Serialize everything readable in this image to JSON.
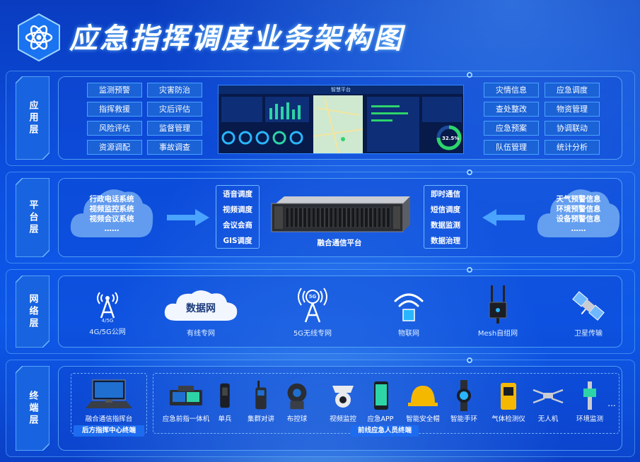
{
  "header": {
    "title": "应急指挥调度业务架构图"
  },
  "layers": {
    "application": "应用层",
    "platform": "平台层",
    "network": "网络层",
    "terminal": "终端层"
  },
  "application": {
    "left_buttons": [
      "监测预警",
      "灾害防治",
      "指挥救援",
      "灾后评估",
      "风险评估",
      "监督管理",
      "资源调配",
      "事故调查"
    ],
    "right_buttons": [
      "灾情信息",
      "应急调度",
      "查处整改",
      "物资管理",
      "应急预案",
      "协调联动",
      "队伍管理",
      "统计分析"
    ],
    "dashboard": {
      "title": "智慧平台",
      "gauge": "32.5%"
    }
  },
  "platform": {
    "left_cloud": [
      "行政电话系统",
      "视频监控系统",
      "视频会议系统",
      "……"
    ],
    "left_list": [
      "语音调度",
      "视频调度",
      "会议会商",
      "GIS调度"
    ],
    "server_label": "融合通信平台",
    "right_list": [
      "即时通信",
      "短信调度",
      "数据监测",
      "数据治理"
    ],
    "right_cloud": [
      "天气预警信息",
      "环境预警信息",
      "设备预警信息",
      "……"
    ]
  },
  "network": {
    "items": [
      {
        "label": "4G/5G公网",
        "icon": "antenna-icon",
        "sub": "4/5G"
      },
      {
        "label": "有线专网",
        "icon": "cloud-icon",
        "sub": "数据网"
      },
      {
        "label": "5G无线专网",
        "icon": "5g-tower-icon",
        "sub": "5G"
      },
      {
        "label": "物联网",
        "icon": "iot-wifi-icon"
      },
      {
        "label": "Mesh自组网",
        "icon": "mesh-radio-icon"
      },
      {
        "label": "卫星传输",
        "icon": "satellite-icon"
      }
    ]
  },
  "terminal": {
    "backend": {
      "label": "融合通信指挥台",
      "tag": "后方指挥中心终端"
    },
    "front_tag": "前线应急人员终端",
    "items": [
      "应急前指一体机",
      "单兵",
      "集群对讲",
      "布控球",
      "视频监控",
      "应急APP",
      "智能安全帽",
      "智能手环",
      "气体检测仪",
      "无人机",
      "环境监测"
    ],
    "more": "..."
  },
  "colors": {
    "accent": "#4aa3ff",
    "button": "#1b62d6",
    "helmet": "#f5b800"
  }
}
